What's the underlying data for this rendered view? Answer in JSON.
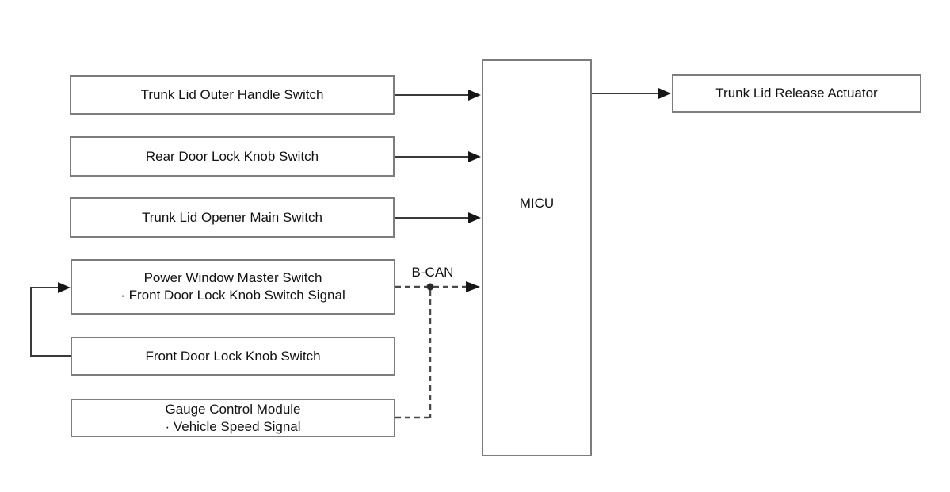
{
  "diagram": {
    "title_hint": "Trunk lid release system block diagram",
    "inputs": [
      {
        "label": "Trunk Lid Outer Handle Switch"
      },
      {
        "label": "Rear Door Lock Knob Switch"
      },
      {
        "label": "Trunk Lid Opener Main Switch"
      },
      {
        "label": "Power Window Master Switch",
        "sublabel": "· Front Door Lock Knob Switch Signal"
      },
      {
        "label": "Front Door Lock Knob Switch"
      },
      {
        "label": "Gauge Control Module",
        "sublabel": "· Vehicle Speed Signal"
      }
    ],
    "controller": {
      "label": "MICU"
    },
    "output": {
      "label": "Trunk Lid Release Actuator"
    },
    "bus": {
      "label": "B-CAN"
    },
    "colors": {
      "background": "#ffffff",
      "box_border": "#7d7d7d",
      "line": "#3a3a3a",
      "text": "#111111"
    }
  }
}
